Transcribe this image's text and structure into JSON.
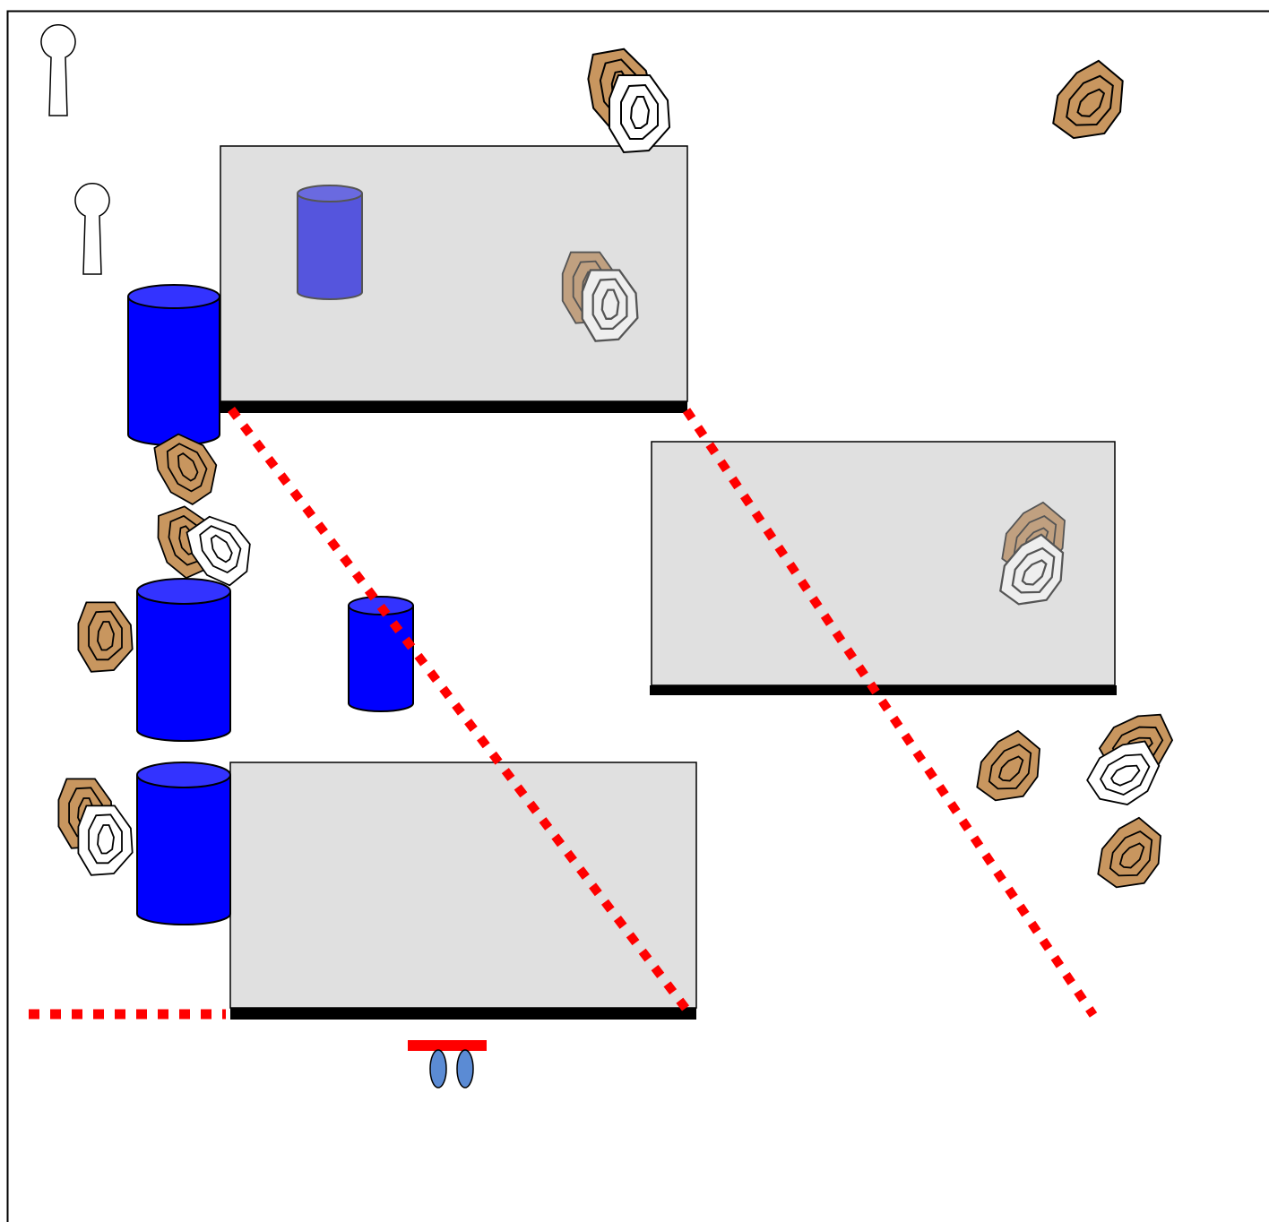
{
  "diagram": {
    "kind": "shooting-stage-layout",
    "elements": {
      "walls": [
        "wall-top",
        "wall-right",
        "wall-bottom"
      ],
      "barrels": [
        "barrel-1",
        "barrel-2",
        "barrel-3",
        "barrel-4",
        "barrel-5-behind-wall"
      ],
      "paper_targets": 11,
      "no_shoot_targets": 6,
      "steel_poppers": 2,
      "shooter_box": "start-position"
    },
    "colors": {
      "wall_fill": "#e0e0e0",
      "wall_base": "#000000",
      "barrel": "#0000ff",
      "barrel_top": "#3333ff",
      "target": "#c8965f",
      "no_shoot": "#ffffff",
      "fault_line": "#ff0000",
      "start_bar": "#ff0000",
      "feet": "#5b8bd4"
    }
  }
}
